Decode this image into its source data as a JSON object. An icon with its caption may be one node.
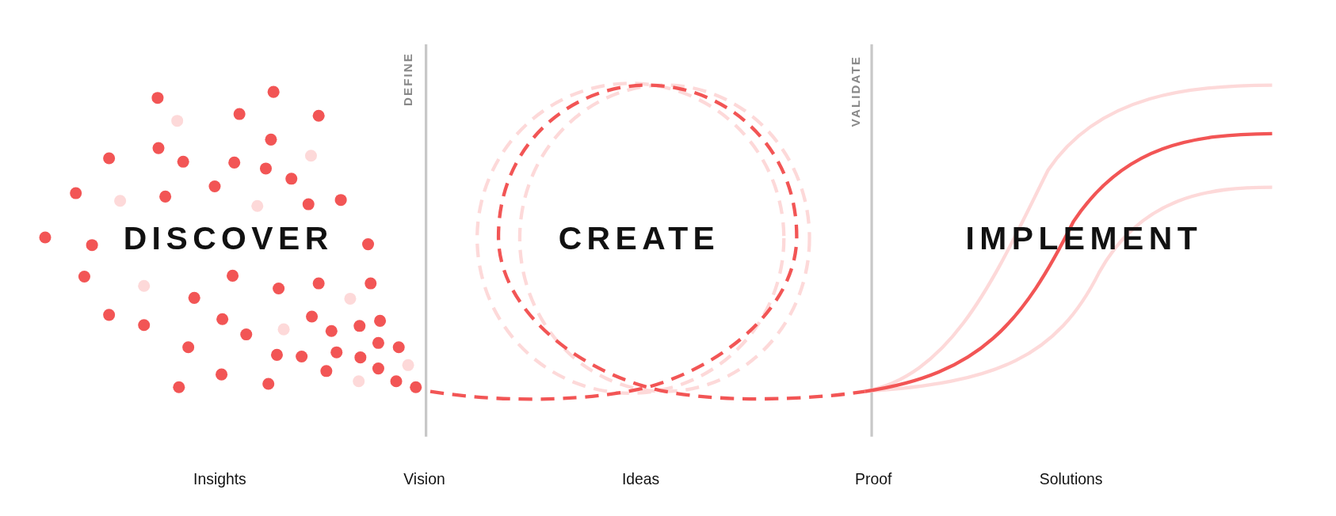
{
  "diagram": {
    "labels": [
      "DEFINE",
      "VALIDATE",
      "DISCOVER",
      "CREATE",
      "IMPLEMENT",
      "Insights",
      "Vision",
      "Ideas",
      "Proof",
      "Solutions"
    ]
  }
}
